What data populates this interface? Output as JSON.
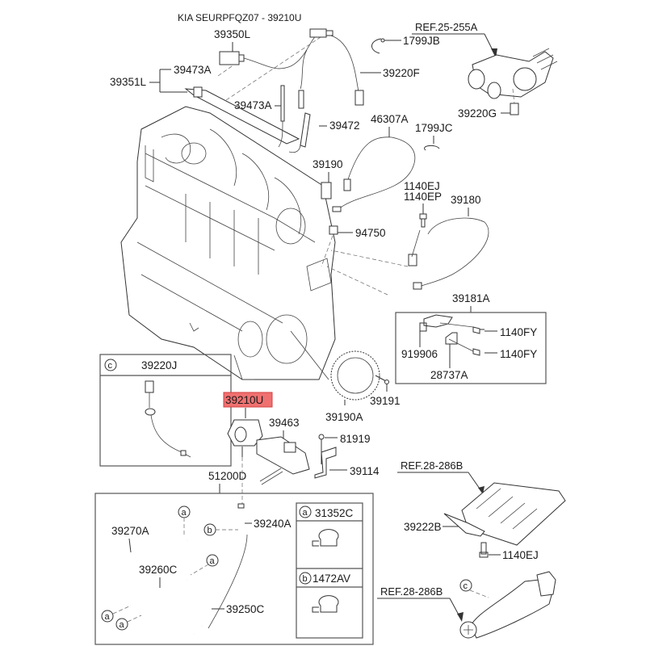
{
  "title": "KIA SEURPFQZ07 - 39210U",
  "highlight_color": "#f07070",
  "highlighted_part": "39210U",
  "labels": {
    "p39350L": "39350L",
    "p39473A_1": "39473A",
    "p39351L": "39351L",
    "p39473A_2": "39473A",
    "p39472": "39472",
    "p1799JB": "1799JB",
    "p39220F": "39220F",
    "ref_25_255A": "REF.25-255A",
    "p39220G": "39220G",
    "p46307A": "46307A",
    "p1799JC": "1799JC",
    "p39190": "39190",
    "p1140EJ_top": "1140EJ",
    "p1140EP": "1140EP",
    "p39180": "39180",
    "p94750": "94750",
    "p39181A": "39181A",
    "p1140FY_1": "1140FY",
    "p1140FY_2": "1140FY",
    "p919906": "919906",
    "p28737A": "28737A",
    "p39191": "39191",
    "p39190A": "39190A",
    "p39210U": "39210U",
    "p39463": "39463",
    "p81919": "81919",
    "p39114": "39114",
    "p51200D": "51200D",
    "p39220J": "39220J",
    "p39270A": "39270A",
    "p39240A": "39240A",
    "p39260C": "39260C",
    "p39250C": "39250C",
    "p31352C": "31352C",
    "p1472AV": "1472AV",
    "ref_28_286B_1": "REF.28-286B",
    "p39222B": "39222B",
    "p1140EJ_bottom": "1140EJ",
    "ref_28_286B_2": "REF.28-286B"
  },
  "callouts": {
    "a": "a",
    "b": "b",
    "c": "c"
  },
  "legend": [
    {
      "marker": "a",
      "part": "31352C"
    },
    {
      "marker": "b",
      "part": "1472AV"
    }
  ]
}
